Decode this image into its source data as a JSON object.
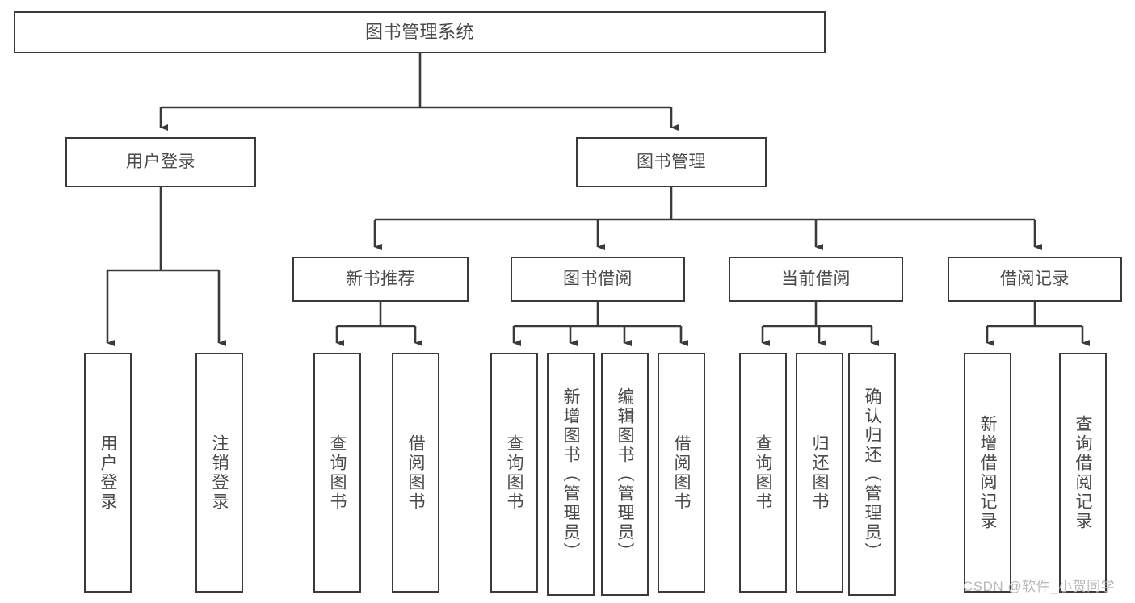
{
  "diagram": {
    "title": "图书管理系统",
    "type": "hierarchy-tree",
    "colors": {
      "box_border": "#3a3a3a",
      "box_fill": "#ffffff",
      "text": "#4a4a4a",
      "edge": "#3a3a3a",
      "watermark": "#b9b9b9",
      "background": "#ffffff"
    },
    "watermark": "CSDN @软件_小贺同学",
    "root": {
      "label": "图书管理系统"
    },
    "level2": [
      {
        "label": "用户登录"
      },
      {
        "label": "图书管理"
      }
    ],
    "level3": [
      {
        "label": "新书推荐"
      },
      {
        "label": "图书借阅"
      },
      {
        "label": "当前借阅"
      },
      {
        "label": "借阅记录"
      }
    ],
    "leaves": {
      "user_login": [
        {
          "label": "用户登录"
        },
        {
          "label": "注销登录"
        }
      ],
      "new_book_recommend": [
        {
          "label": "查询图书"
        },
        {
          "label": "借阅图书"
        }
      ],
      "book_borrow": [
        {
          "label": "查询图书"
        },
        {
          "label": "新增图书（管理员）"
        },
        {
          "label": "编辑图书（管理员）"
        },
        {
          "label": "借阅图书"
        }
      ],
      "current_borrow": [
        {
          "label": "查询图书"
        },
        {
          "label": "归还图书"
        },
        {
          "label": "确认归还（管理员）"
        }
      ],
      "borrow_record": [
        {
          "label": "新增借阅记录"
        },
        {
          "label": "查询借阅记录"
        }
      ]
    }
  }
}
